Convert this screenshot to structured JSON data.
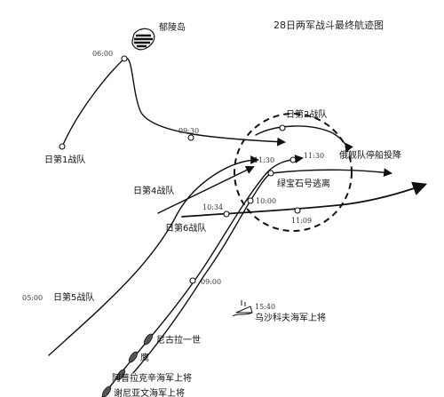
{
  "title": "28日两军战斗最终航迹图",
  "island": {
    "name": "郁陵岛",
    "icon": "island-icon"
  },
  "units": {
    "jp1": "日第1战队",
    "jp2": "日第2战队",
    "jp4": "日第4战队",
    "jp5": "日第5战队",
    "jp6": "日第6战队",
    "ru_surrender": "俄舰队停船投降",
    "emerald": "绿宝石号逃离",
    "nicholas": "尼古拉一世",
    "eagle": "鹰",
    "apraksin": "阿普拉克辛海军上将",
    "senyavin": "谢尼亚文海军上将",
    "ushakov": "乌沙科夫海军上将"
  },
  "times": {
    "t0600": "06:00",
    "t0930": "09:30",
    "t1130a": "11:30",
    "t1130b": "11:30",
    "t1000": "10:00",
    "t1034": "10:34",
    "t1109": "11:09",
    "t0900": "09:00",
    "t0500": "05:00",
    "t1540": "15:40"
  },
  "icons": {
    "sinking": "sinking-ship-icon",
    "ship": "ship-icon"
  }
}
